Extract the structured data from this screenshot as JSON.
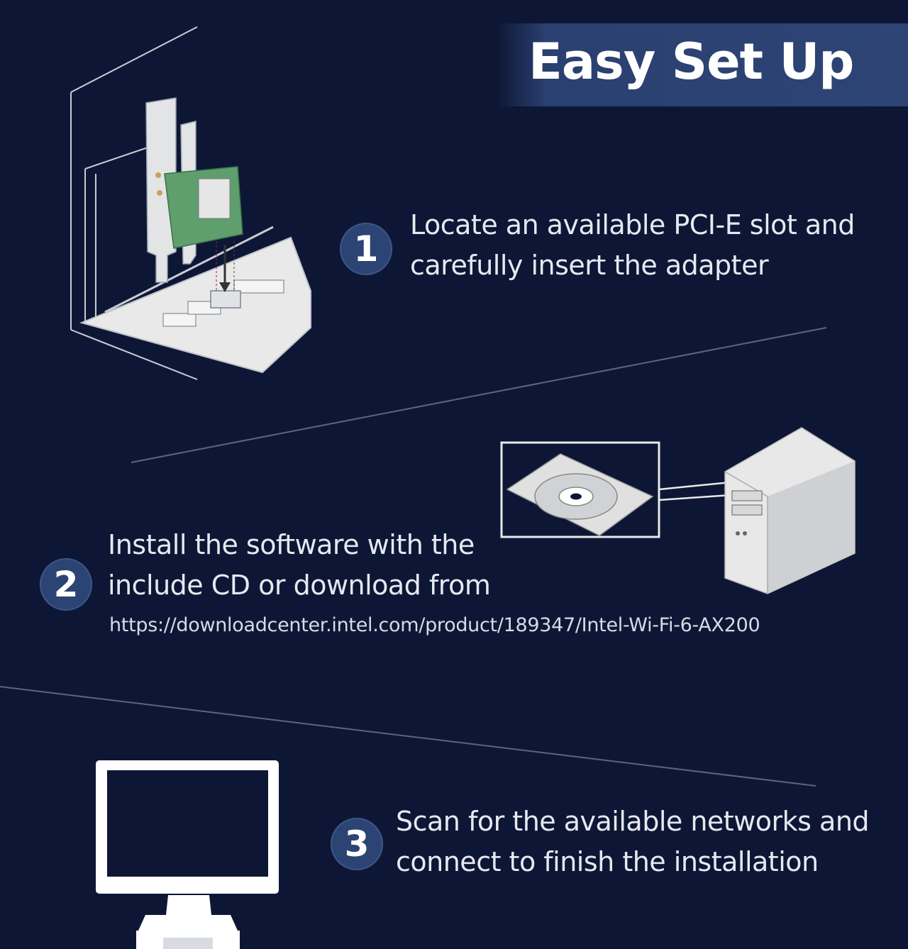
{
  "header": {
    "title": "Easy Set Up"
  },
  "steps": [
    {
      "number": "1",
      "lines": [
        "Locate an available PCI-E slot and",
        "carefully insert the adapter"
      ],
      "illustration": "pcie-card-install-icon"
    },
    {
      "number": "2",
      "lines": [
        "Install the software with the",
        "include CD or download from"
      ],
      "url": "https://downloadcenter.intel.com/product/189347/Intel-Wi-Fi-6-AX200",
      "illustration": "cd-drive-computer-icon"
    },
    {
      "number": "3",
      "lines": [
        "Scan for the available networks and",
        "connect to finish the installation"
      ],
      "illustration": "monitor-icon"
    }
  ],
  "colors": {
    "background": "#0d1735",
    "banner": "#2d4475",
    "badge": "#2c4474",
    "text": "#e6e9f0",
    "illustration": "#e9e9e9"
  }
}
